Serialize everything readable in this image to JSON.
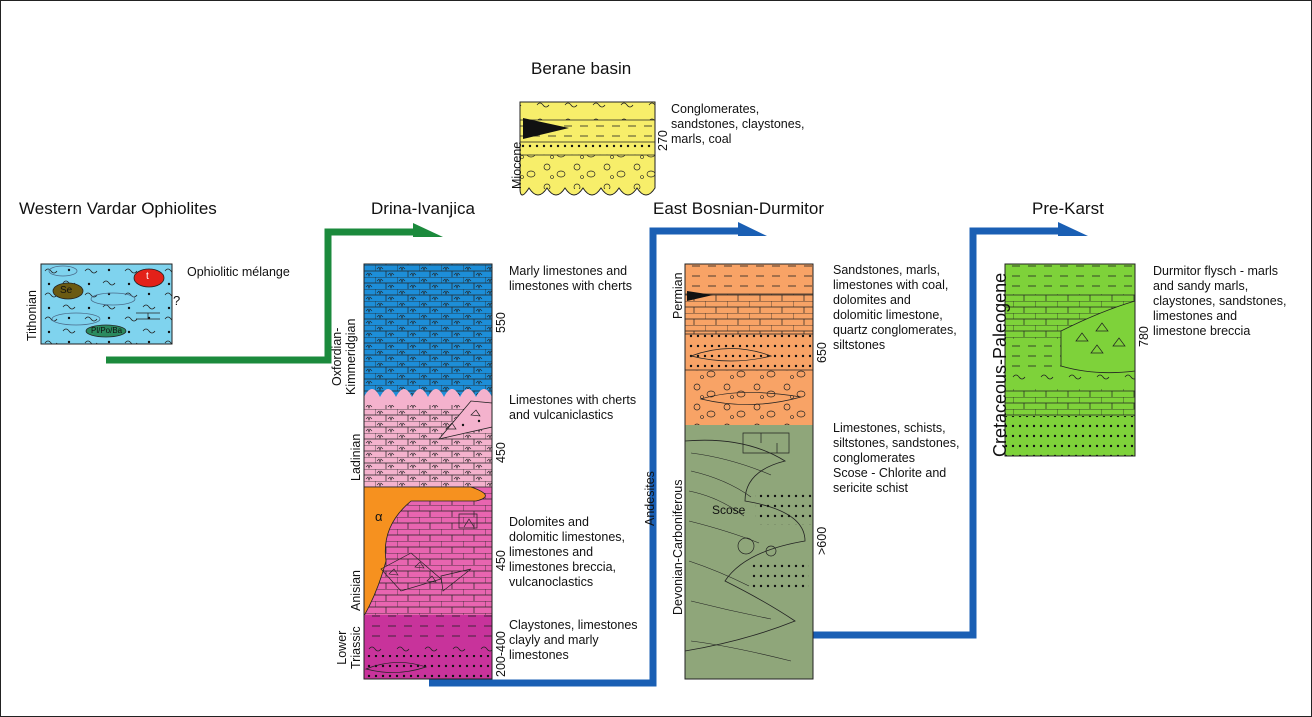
{
  "columns": {
    "western_vardar": {
      "title": "Western Vardar Ophiolites",
      "age": "Tithonian",
      "description": "Ophiolitic mélange",
      "query_mark": "?",
      "clast_labels": [
        "Se",
        "t",
        "Pl/Po/Ba"
      ],
      "fill_color": "#7fd3ee"
    },
    "berane": {
      "title": "Berane basin",
      "age": "Miocene",
      "thickness": "270",
      "description": "Conglomerates,\nsandstones, claystones,\nmarls, coal",
      "fill_color": "#f7ee6a"
    },
    "drina_ivanjica": {
      "title": "Drina-Ivanjica",
      "units": [
        {
          "age": "Oxfordian-\nKimmeridgian",
          "thickness": "550",
          "description": "Marly limestones and\nlimestones with cherts",
          "color": "#1d8ed8"
        },
        {
          "age": "Ladinian",
          "thickness": "450",
          "description": "Limestones with cherts\nand vulcaniclastics",
          "color": "#f4b2cd"
        },
        {
          "age": "Anisian",
          "thickness": "450",
          "description": "Dolomites and\ndolomitic limestones,\nlimestones and\nlimestones breccia,\nvulcanoclastics",
          "color": "#e865b0"
        },
        {
          "age": "Lower\nTriassic",
          "thickness": "200-400",
          "description": "Claystones, limestones\nclayly and marly\nlimestones",
          "color": "#c8339b"
        }
      ],
      "alpha_label": "α",
      "arrow_color": "#1b8a3c"
    },
    "east_bosnian_durmitor": {
      "title": "East Bosnian-Durmitor",
      "units": [
        {
          "age": "Permian",
          "thickness": "650",
          "description": "Sandstones, marls,\nlimestones with coal,\ndolomites and\ndolomitic limestone,\nquartz conglomerates,\nsiltstones",
          "color": "#f8a366"
        },
        {
          "age": "Devonian-Carboniferous",
          "thickness": ">600",
          "description": "Limestones, schists,\nsiltstones, sandstones,\nconglomerates\nScose - Chlorite and\nsericite schist",
          "color": "#8fa67a"
        }
      ],
      "side_label": "Andesites",
      "inner_label": "Scose",
      "arrow_color": "#1a5fb4"
    },
    "pre_karst": {
      "title": "Pre-Karst",
      "age": "Cretaceous-Paleogene",
      "thickness": "780",
      "description": "Durmitor flysch - marls\nand sandy marls,\nclaystones, sandstones,\nlimestones and\nlimestone breccia",
      "color": "#7ed23a"
    }
  }
}
